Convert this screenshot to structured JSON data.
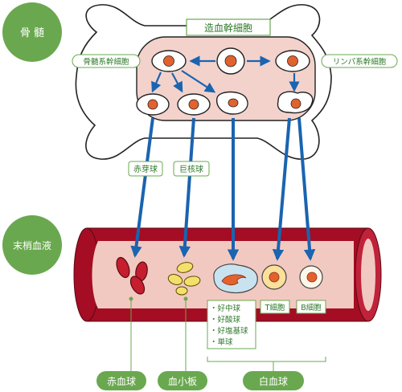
{
  "sections": {
    "bone_marrow": "骨 髄",
    "peripheral_blood": "末梢血液"
  },
  "marrow": {
    "stem_cell": "造血幹細胞",
    "myeloid_stem": "骨髄系幹細胞",
    "lymphoid_stem": "リンパ系幹細胞",
    "erythroid": "赤芽球",
    "megakaryocyte": "巨核球"
  },
  "blood": {
    "granulocytes": [
      "・好中球",
      "・好酸球",
      "・好塩基球",
      "・単球"
    ],
    "t_cell": "T細胞",
    "b_cell": "B細胞"
  },
  "bottom": {
    "rbc": "赤血球",
    "platelet": "血小板",
    "wbc": "白血球"
  },
  "colors": {
    "green": "#6aa84f",
    "bone_fill": "#f3d2cc",
    "vessel_red": "#a40d24",
    "vessel_inner": "#f2c9c0",
    "arrow_blue": "#1a64b0",
    "nucleus": "#e2622e",
    "label_green": "#2f7a2a"
  }
}
